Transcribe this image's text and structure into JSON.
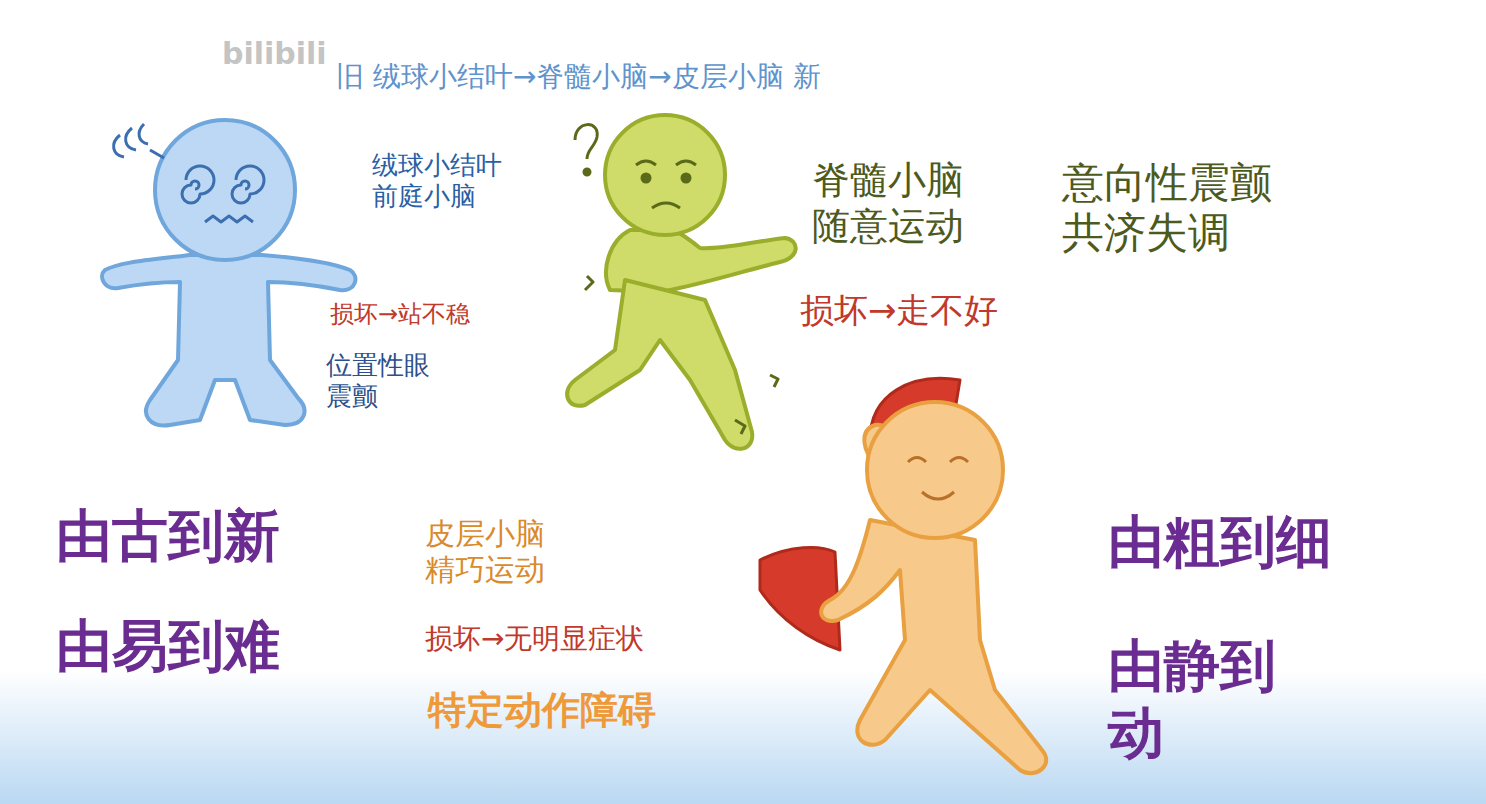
{
  "diagram": {
    "title": "旧 绒球小结叶→脊髓小脑→皮层小脑 新",
    "labels": [
      "bilibili",
      "绒球小结叶 前庭小脑",
      "损坏→站不稳",
      "位置性眼 震颤",
      "脊髓小脑 随意运动",
      "意向性震颤 共济失调",
      "损坏→走不好",
      "皮层小脑 精巧运动",
      "损坏→无明显症状",
      "特定动作障碍",
      "由古到新",
      "由易到难",
      "由粗到细",
      "由静到 动"
    ]
  }
}
